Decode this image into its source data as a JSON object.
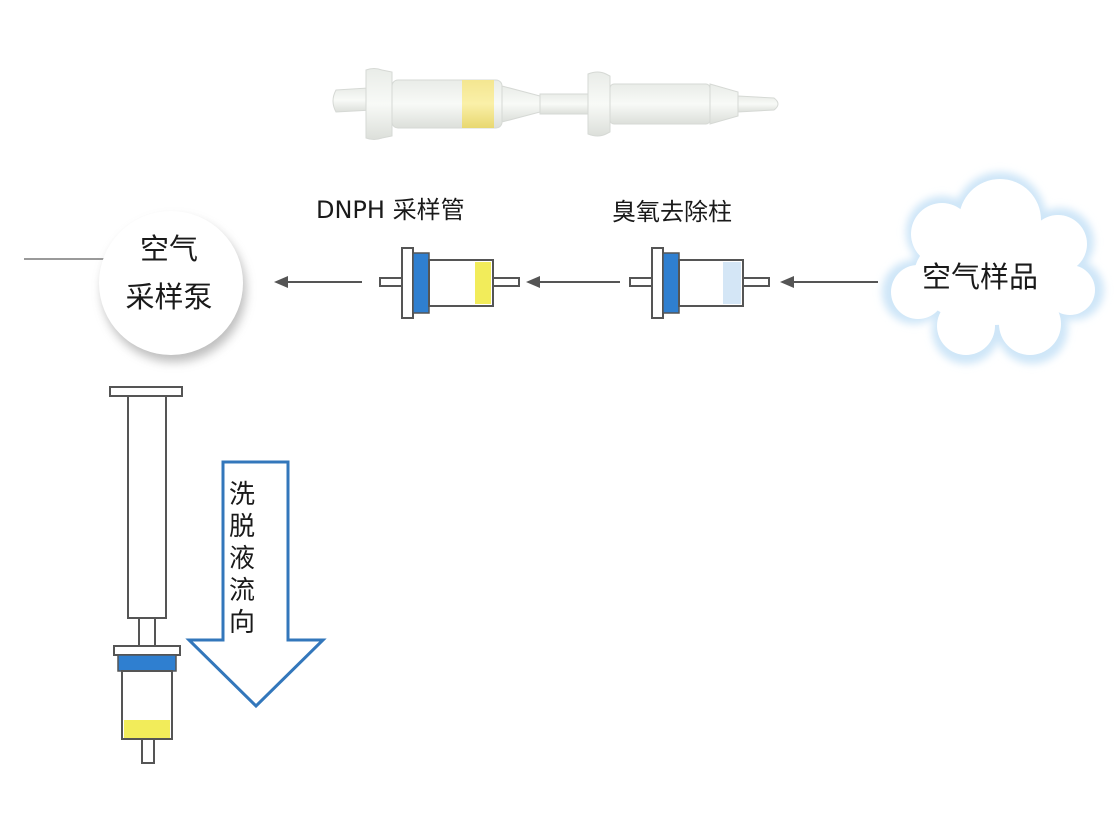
{
  "components": {
    "dnph_tube": "DNPH 采样管",
    "ozone_scrubber": "臭氧去除柱",
    "air_sample": "空气样品",
    "pump": {
      "line1": "空气",
      "line2": "采样泵"
    },
    "eluent_flow": [
      "洗",
      "脱",
      "液",
      "流",
      "向"
    ]
  },
  "colors": {
    "cap_blue": "#2f7fd0",
    "sorbent_yellow": "#f2ec5a",
    "ozone_packing": "#d4e6f6",
    "arrow_blue": "#3377bb",
    "line_dark": "#555555"
  }
}
